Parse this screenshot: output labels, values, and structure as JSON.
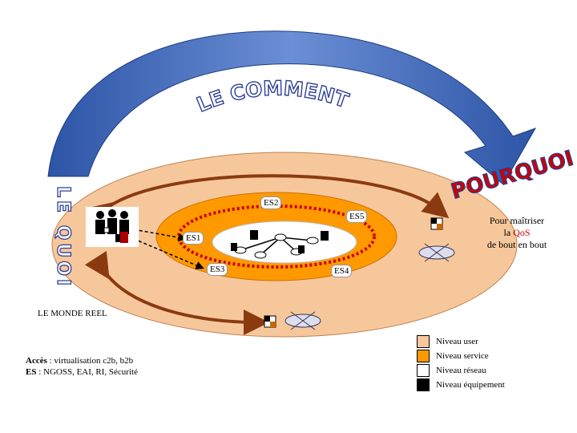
{
  "title_how": "LE COMMENT",
  "title_what": "LE QUOI",
  "title_why": "POURQUOI  ?",
  "real_world": "LE MONDE REEL",
  "qos": {
    "line1": "Pour maîtriser",
    "line2_prefix": "la ",
    "line2_accent": "QoS",
    "line3": "de bout en bout"
  },
  "nodes": {
    "es1": "ES1",
    "es2": "ES2",
    "es3": "ES3",
    "es4": "ES4",
    "es5": "ES5"
  },
  "access": {
    "label1": "Accès",
    "text1": " : virtualisation c2b, b2b",
    "label2": "ES",
    "text2": " : NGOSS, EAI, RI, Sécurité"
  },
  "legend": [
    {
      "label": "Niveau user",
      "color": "#f7c79c"
    },
    {
      "label": "Niveau service",
      "color": "#ff9900"
    },
    {
      "label": "Niveau réseau",
      "color": "#ffffff"
    },
    {
      "label": "Niveau équipement",
      "color": "#000000"
    }
  ],
  "colors": {
    "outer": "#f7c79c",
    "middle": "#ff9900",
    "inner": "#ffffff",
    "arrow": "#2d55a6",
    "title": "#2f3f95",
    "red": "#cc0000",
    "brown": "#8b3a10"
  },
  "icons": [
    "people-icon",
    "network-cloud-icon",
    "user-device-icon",
    "router-icon"
  ]
}
